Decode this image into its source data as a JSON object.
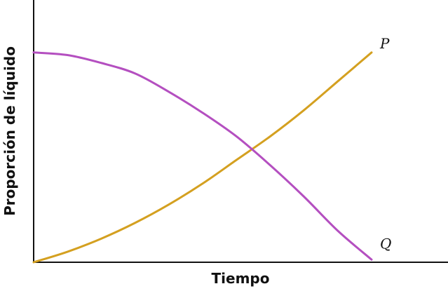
{
  "chart_data": {
    "type": "line",
    "xlabel": "Tiempo",
    "ylabel": "Proporción de líquido",
    "xlim": [
      0,
      1
    ],
    "ylim": [
      0,
      1
    ],
    "grid": false,
    "legend": "none",
    "series": [
      {
        "name": "P",
        "color": "#D4A020",
        "x": [
          0,
          0.1,
          0.2,
          0.3,
          0.4,
          0.5,
          0.6,
          0.7,
          0.8,
          0.9,
          1.0
        ],
        "y": [
          0,
          0.04,
          0.09,
          0.15,
          0.22,
          0.3,
          0.39,
          0.48,
          0.58,
          0.69,
          0.8
        ]
      },
      {
        "name": "Q",
        "color": "#B44FC0",
        "x": [
          0,
          0.1,
          0.2,
          0.3,
          0.4,
          0.5,
          0.6,
          0.7,
          0.8,
          0.9,
          1.0
        ],
        "y": [
          0.8,
          0.79,
          0.76,
          0.72,
          0.65,
          0.57,
          0.48,
          0.37,
          0.25,
          0.12,
          0.01
        ]
      }
    ]
  }
}
